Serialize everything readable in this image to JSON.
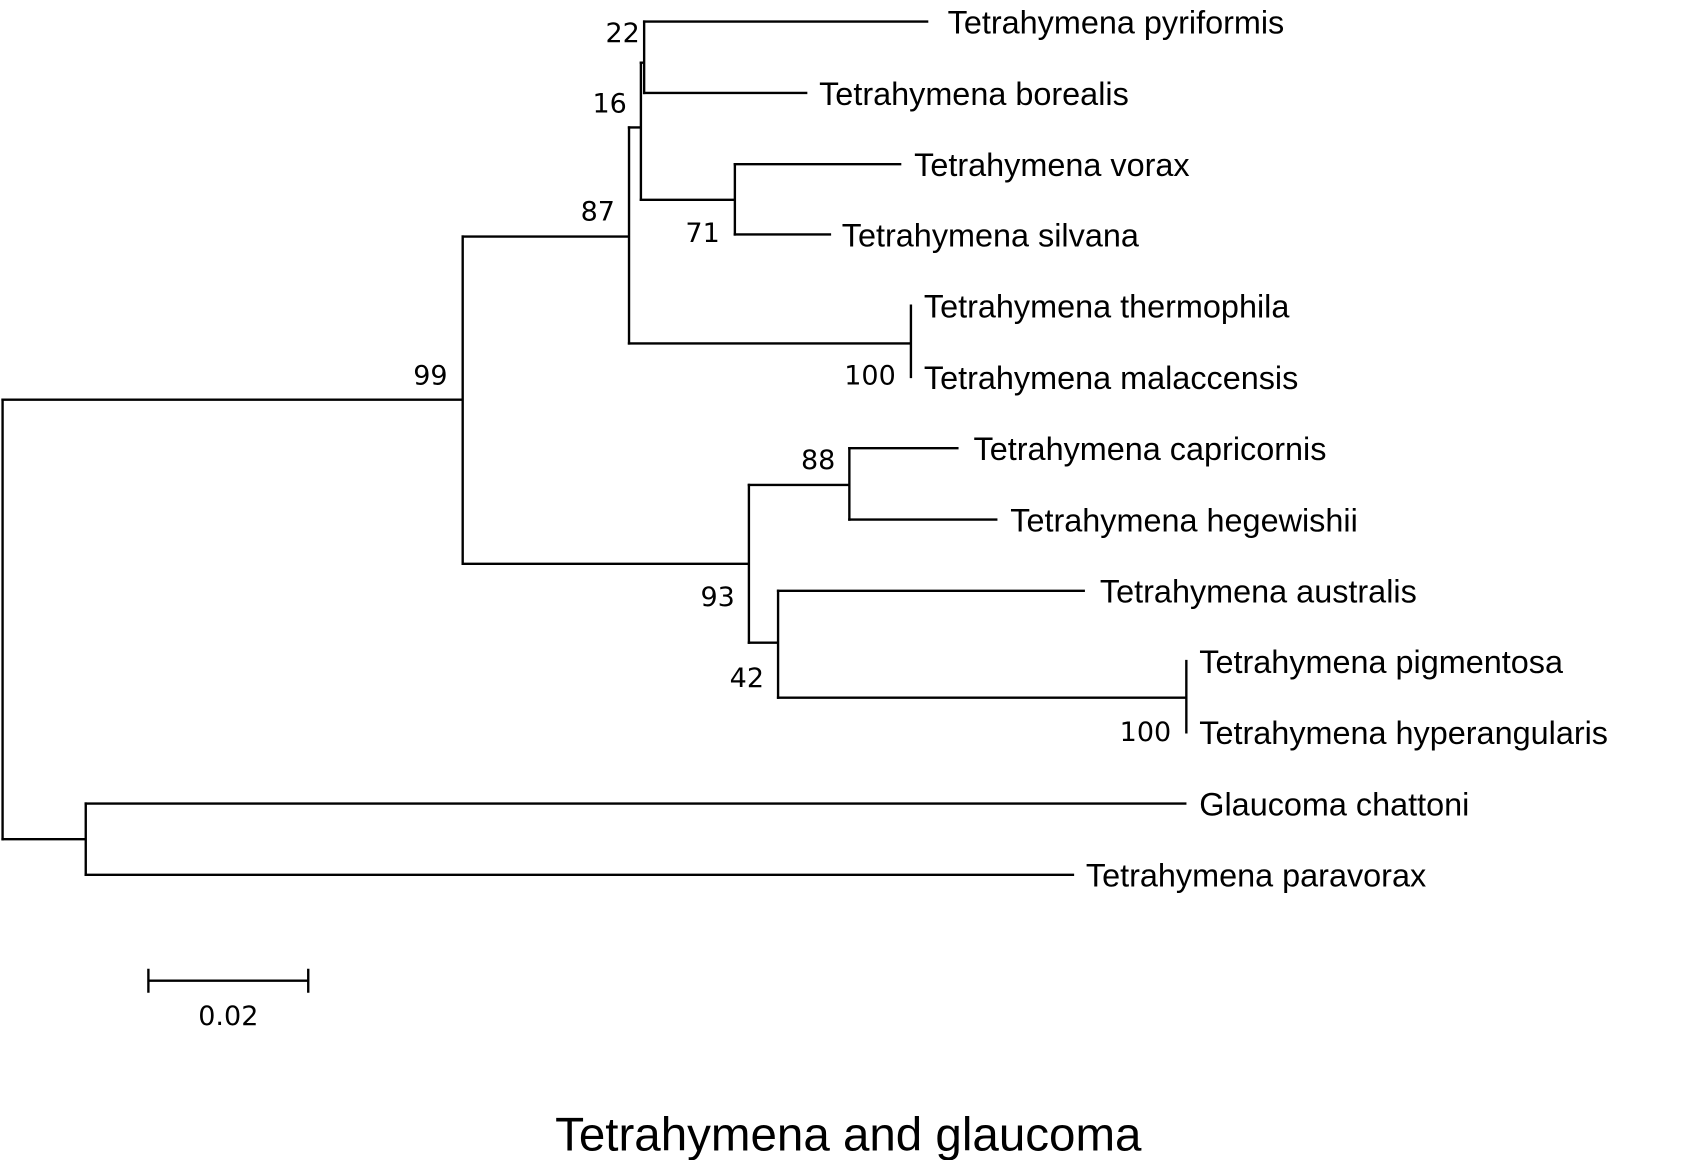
{
  "title": "Tetrahymena and glaucoma",
  "scale_bar": {
    "label": "0.02",
    "value": 0.02
  },
  "taxa": [
    "Tetrahymena pyriformis",
    "Tetrahymena borealis",
    "Tetrahymena vorax",
    "Tetrahymena silvana",
    "Tetrahymena thermophila",
    "Tetrahymena malaccensis",
    "Tetrahymena capricornis",
    "Tetrahymena hegewishii",
    "Tetrahymena australis",
    "Tetrahymena pigmentosa",
    "Tetrahymena hyperangularis",
    "Glaucoma chattoni",
    "Tetrahymena paravorax"
  ],
  "bootstrap": {
    "pyriformis_borealis": "22",
    "node_16": "16",
    "vorax_silvana": "71",
    "node_87": "87",
    "thermophila_malaccensis": "100",
    "tetrahymena_clade": "99",
    "capricornis_hegewishii": "88",
    "node_93": "93",
    "node_42": "42",
    "pigmentosa_hyperangularis": "100"
  }
}
